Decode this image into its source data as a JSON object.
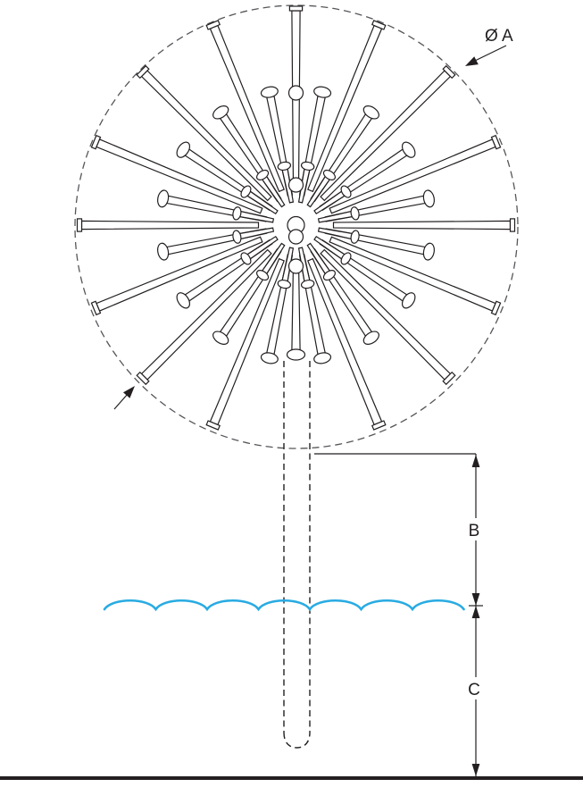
{
  "labels": {
    "diameter": "Ø A",
    "height_above_water": "B",
    "depth_below_water": "C"
  },
  "colors": {
    "ink": "#231f20",
    "dash_circle": "#55565a",
    "water": "#29abe2"
  }
}
